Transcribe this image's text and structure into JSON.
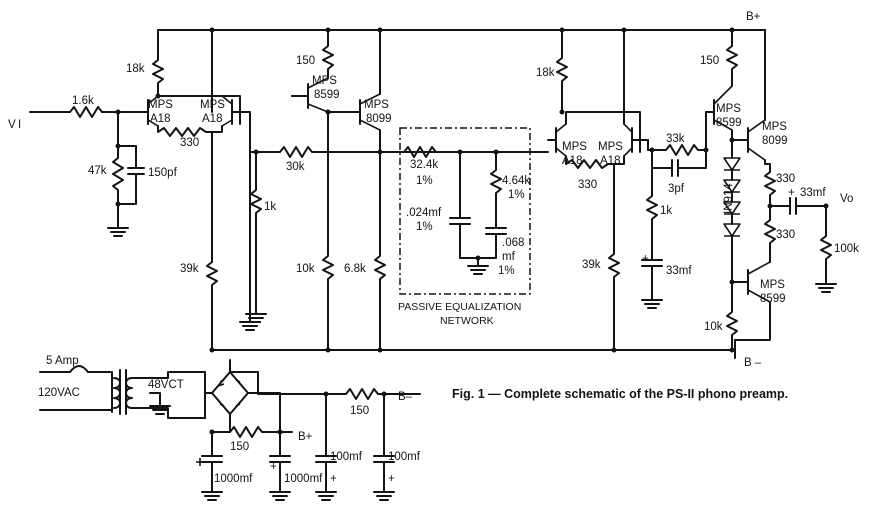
{
  "caption": "Fig. 1 — Complete schematic of the PS-II phono preamp.",
  "network_label": {
    "line1": "PASSIVE EQUALIZATION",
    "line2": "NETWORK"
  },
  "rails": {
    "bplus": "B+",
    "bminus": "B –",
    "bplus_ps": "B+",
    "bminus_ps": "B–"
  },
  "io": {
    "input": "V I",
    "output": "Vo"
  },
  "transistors": {
    "q1": "MPS\nA18",
    "q2": "MPS\nA18",
    "q3": "MPS\n8599",
    "q4": "MPS\n8099",
    "q5": "MPS\nA18",
    "q6": "MPS\nA18",
    "q7": "MPS\n8599",
    "q8": "MPS\n8099",
    "q9": "MPS\n8599"
  },
  "components": {
    "r_in": "1.6k",
    "r_18k_a": "18k",
    "r_47k": "47k",
    "c_150pf": "150pf",
    "r_330_a": "330",
    "r_150_a": "150",
    "r_30k": "30k",
    "r_1k_a": "1k",
    "r_39k_a": "39k",
    "r_10k_a": "10k",
    "r_68k": "6.8k",
    "r_324k": "32.4k",
    "r_324k_tol": "1%",
    "r_464k": "4.64k",
    "r_464k_tol": "1%",
    "c_024": ".024mf",
    "c_024_tol": "1%",
    "c_068": ".068",
    "c_068_unit": "mf",
    "c_068_tol": "1%",
    "r_18k_b": "18k",
    "r_330_b": "330",
    "r_39k_b": "39k",
    "r_33k": "33k",
    "c_3pf": "3pf",
    "r_1k_b": "1k",
    "c_33mf_a": "33mf",
    "r_150_b": "150",
    "diodes": "IN914",
    "r_330_c": "330",
    "r_330_d": "330",
    "c_33mf_b": "33mf",
    "r_100k": "100k",
    "r_10k_b": "10k"
  },
  "power_supply": {
    "fuse": "5 Amp",
    "mains": "120VAC",
    "transformer": "48VCT",
    "r_150_p1": "150",
    "r_150_p2": "150",
    "c_1000_a": "1000mf",
    "c_1000_b": "1000mf",
    "c_100_a": "100mf",
    "c_100_b": "100mf"
  }
}
